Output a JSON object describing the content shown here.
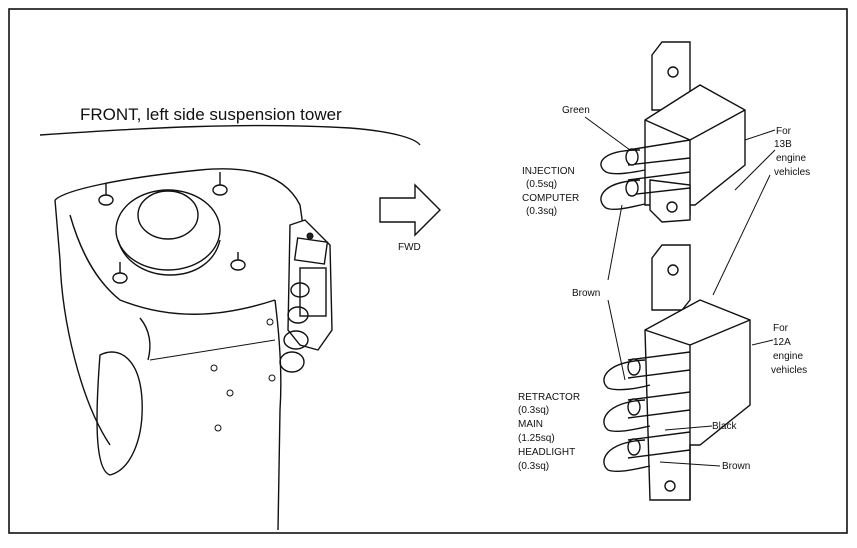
{
  "diagram": {
    "title": "FRONT, left side suspension tower",
    "fwd_label": "FWD",
    "top_connector": {
      "group_label": "For 13B engine vehicles",
      "group_label_lines": [
        "For",
        "13B",
        "engine",
        "vehicles"
      ],
      "wire_labels": {
        "green": "Green",
        "injection": [
          "INJECTION",
          "(0.5sq)"
        ],
        "computer": [
          "COMPUTER",
          "(0.3sq)"
        ]
      }
    },
    "shared_label": "Brown",
    "bottom_connector": {
      "group_label_lines": [
        "For",
        "12A",
        "engine",
        "vehicles"
      ],
      "wire_labels": {
        "retractor": [
          "RETRACTOR",
          "(0.3sq)"
        ],
        "main": [
          "MAIN",
          "(1.25sq)"
        ],
        "headlight": [
          "HEADLIGHT",
          "(0.3sq)"
        ],
        "black": "Black",
        "brown": "Brown"
      }
    }
  }
}
